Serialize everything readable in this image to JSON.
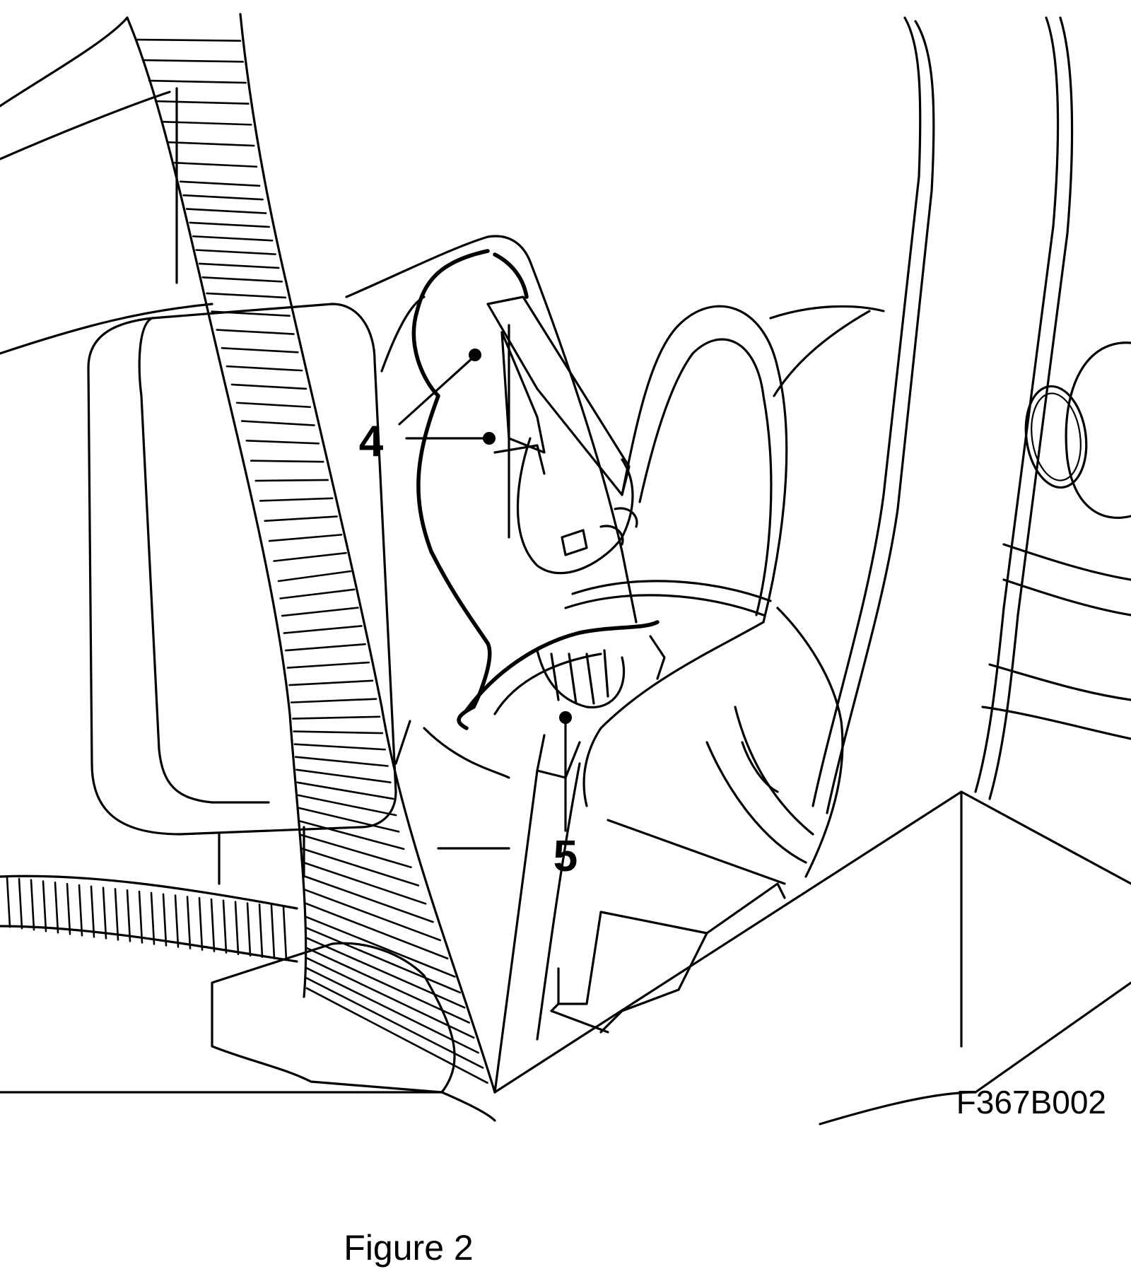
{
  "callouts": {
    "part_4": "4",
    "part_5": "5"
  },
  "drawing_code": "F367B002",
  "caption": "Figure 2"
}
